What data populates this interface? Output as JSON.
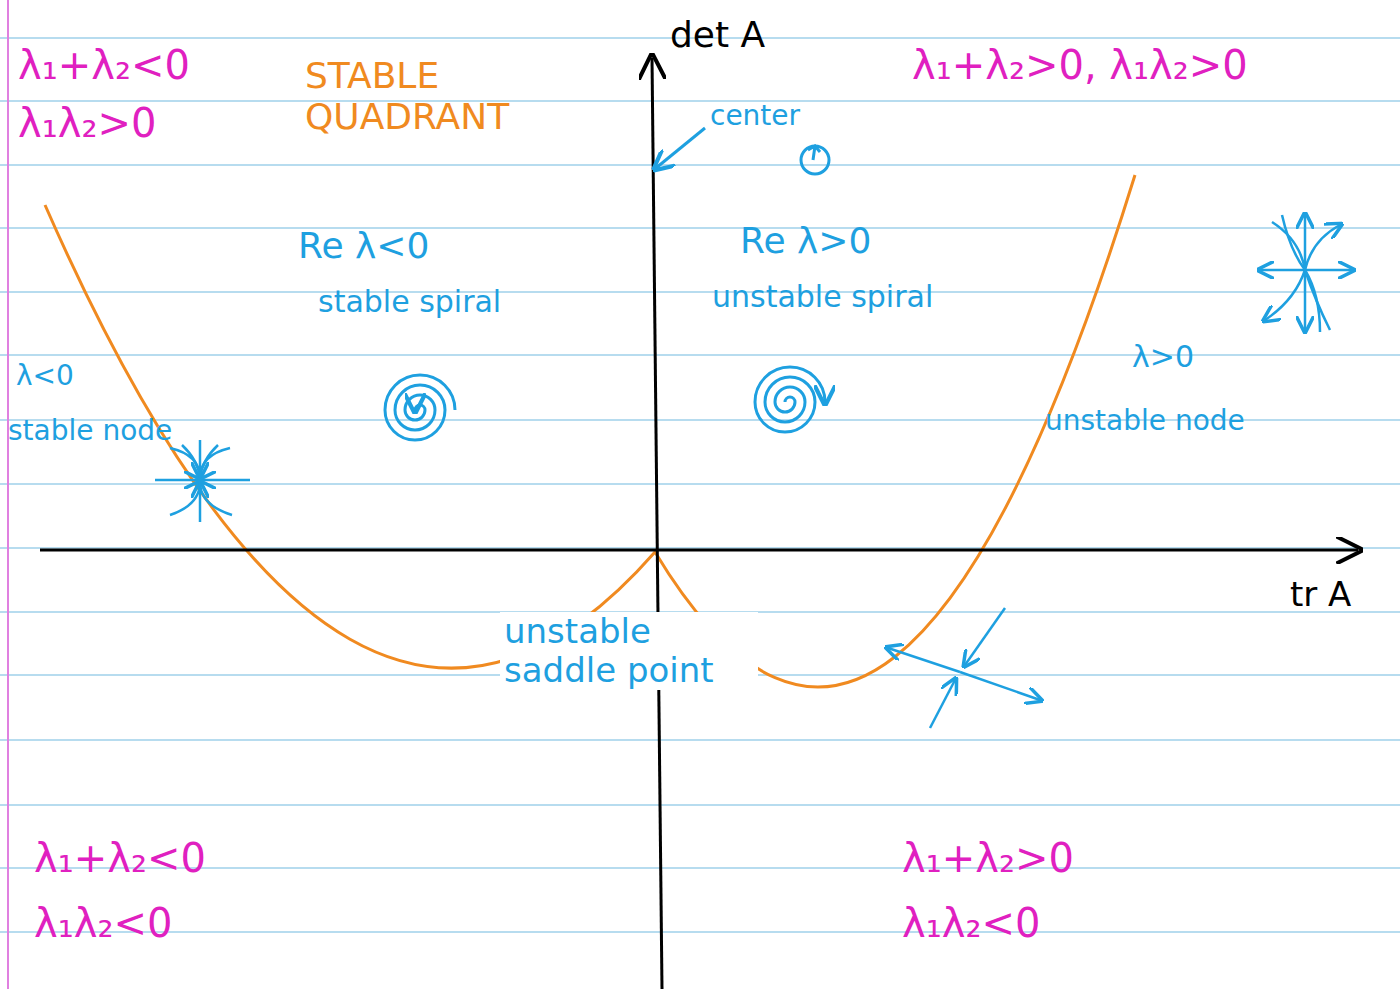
{
  "diagram": {
    "labels": [
      "λ₁+λ₂<0",
      "λ₁λ₂>0",
      "STABLE QUADRANT",
      "det A",
      "center",
      "λ₁+λ₂>0, λ₁λ₂>0",
      "Re λ<0",
      "stable spiral",
      "Re λ>0",
      "unstable spiral",
      "λ<0",
      "stable node",
      "λ>0",
      "unstable node",
      "tr A",
      "unstable saddle point",
      "λ₁+λ₂<0",
      "λ₁λ₂<0",
      "λ₁+λ₂>0",
      "λ₁λ₂<0"
    ]
  }
}
